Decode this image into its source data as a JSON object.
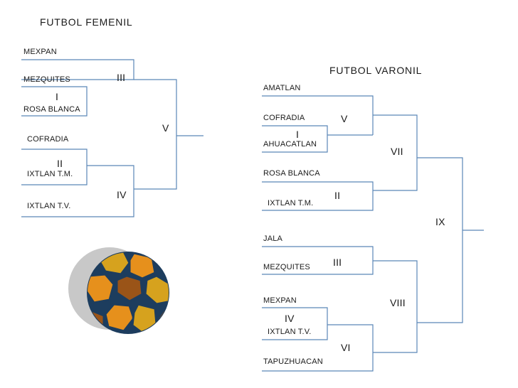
{
  "femenil": {
    "title": "FUTBOL  FEMENIL",
    "teams": [
      "MEXPAN",
      "MEZQUITES",
      "ROSA BLANCA",
      "COFRADIA",
      "IXTLAN T.M.",
      "IXTLAN T.V."
    ],
    "rounds": [
      "I",
      "II",
      "III",
      "IV",
      "V"
    ]
  },
  "varonil": {
    "title": "FUTBOL  VARONIL",
    "teams": [
      "AMATLAN",
      "COFRADIA",
      "AHUACATLAN",
      "ROSA BLANCA",
      "IXTLAN T.M.",
      "JALA",
      "MEZQUITES",
      "MEXPAN",
      "IXTLAN T.V.",
      "TAPUZHUACAN"
    ],
    "rounds": [
      "I",
      "II",
      "III",
      "IV",
      "V",
      "VI",
      "VII",
      "VIII",
      "IX"
    ]
  },
  "ball": {
    "colors": {
      "shadow": "#c8c8c8",
      "navy": "#1d3d5e",
      "orange": "#e6901c",
      "brown": "#9a5418",
      "gold": "#d6a21e"
    }
  }
}
